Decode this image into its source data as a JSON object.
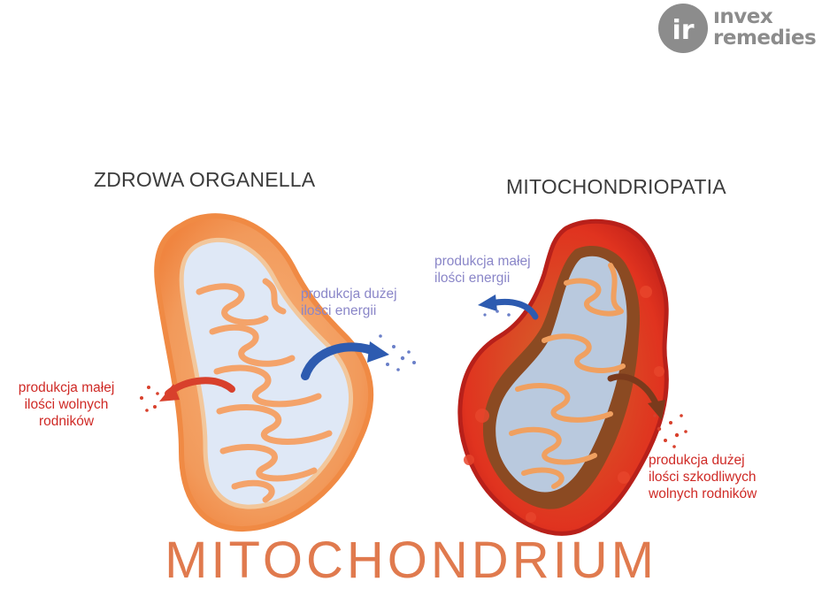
{
  "logo": {
    "icon_text": "ir",
    "line1": "ınvex",
    "line2": "remedies"
  },
  "healthy": {
    "heading": "ZDROWA ORGANELLA",
    "energy_note": [
      "produkcja dużej",
      "ilości energii"
    ],
    "radicals_note": [
      "produkcja małej",
      "ilości wolnych",
      "rodników"
    ]
  },
  "diseased": {
    "heading": "MITOCHONDRIOPATIA",
    "energy_note": [
      "produkcja małej",
      "ilości energii"
    ],
    "radicals_note": [
      "produkcja dużej",
      "ilości szkodliwych",
      "wolnych rodników"
    ]
  },
  "title": "MITOCHONDRIUM",
  "colors": {
    "energy_arrow": "#2d5bb0",
    "radical_arrow_healthy": "#d8402c",
    "radical_arrow_diseased": "#7a3a1c",
    "title": "#e07a4e"
  }
}
